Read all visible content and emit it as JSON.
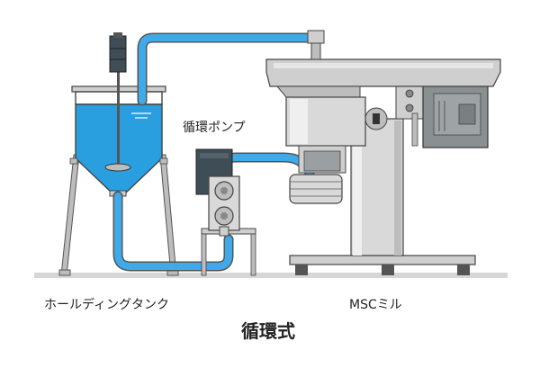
{
  "diagram": {
    "title": "循環式",
    "labels": {
      "pump": "循環ポンプ",
      "tank": "ホールディングタンク",
      "mill": "MSCミル"
    }
  },
  "colors": {
    "liquid": "#2a9fe0",
    "pipe": "#40a9e8",
    "metal_light": "#d9d9d9",
    "metal_mid": "#b5b5b5",
    "metal_dark": "#7a7a7a",
    "motor_dark": "#3f4d57",
    "outline": "#444444",
    "floor": "#cfcfcf"
  }
}
